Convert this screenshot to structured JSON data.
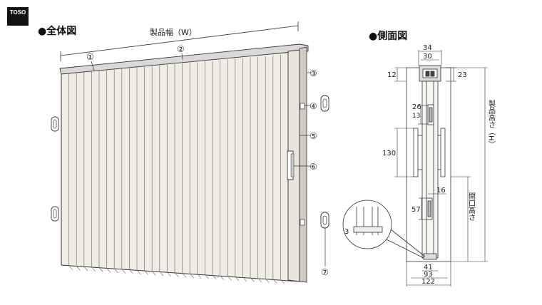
{
  "logo": "TOSO",
  "overall_view": {
    "title": "●全体図",
    "width_label": "製品幅（W）",
    "callouts": [
      "①",
      "②",
      "③",
      "④",
      "⑤",
      "⑥",
      "⑦"
    ]
  },
  "side_view": {
    "title": "●側面図",
    "dims": {
      "d34": "34",
      "d30": "30",
      "d23": "23",
      "d12": "12",
      "d26": "26",
      "d13": "13",
      "d130": "130",
      "d16": "16",
      "d57": "57",
      "d3": "3",
      "d41": "41",
      "d93": "93",
      "d122": "122"
    },
    "height_label": "製品高さ（H）",
    "opening_label": "開口高さ"
  },
  "colors": {
    "line": "#333333",
    "panel": "#f1ece4",
    "pleat": "#e0d9cf",
    "rail": "#d9d9d9"
  }
}
